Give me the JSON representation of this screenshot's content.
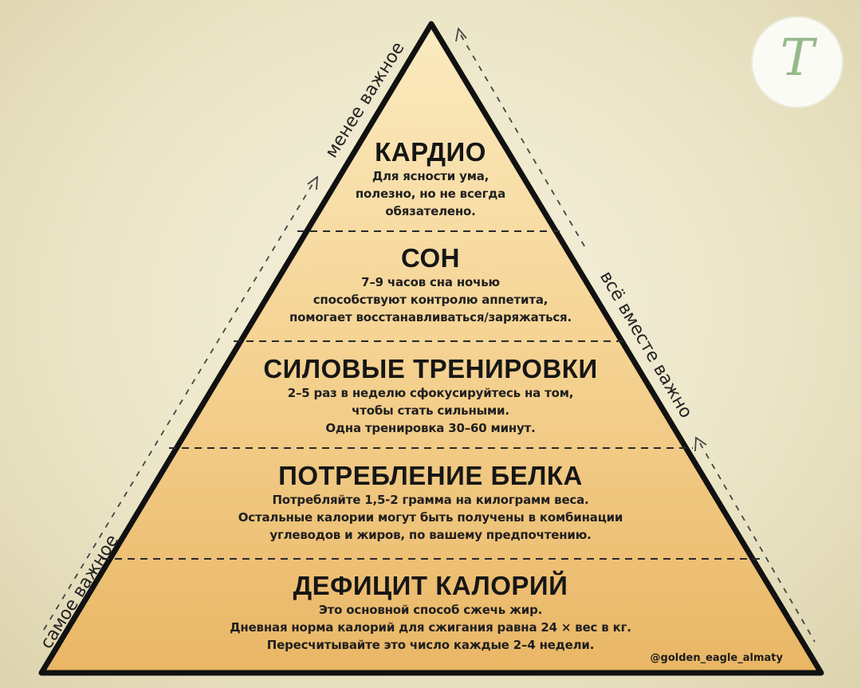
{
  "side_labels": {
    "top": "менее важное",
    "bottom": "самое важное",
    "right": "всё вместе важно"
  },
  "tiers": [
    {
      "title": "КАРДИО",
      "lines": [
        "Для ясности ума,",
        "полезно, но не всегда",
        "обязателено."
      ]
    },
    {
      "title": "СОН",
      "lines": [
        "7–9 часов сна ночью",
        "способствуют контролю аппетита,",
        "помогает восстанавливаться/заряжаться."
      ]
    },
    {
      "title": "СИЛОВЫЕ ТРЕНИРОВКИ",
      "lines": [
        "2–5 раз в неделю сфокусируйтесь на том,",
        "чтобы стать сильными.",
        "Одна тренировка 30–60 минут."
      ]
    },
    {
      "title": "ПОТРЕБЛЕНИЕ БЕЛКА",
      "lines": [
        "Потребляйте 1,5-2 грамма на килограмм веса.",
        "Остальные калории могут быть получены в комбинации",
        "углеводов и жиров, по вашему предпочтению."
      ]
    },
    {
      "title": "ДЕФИЦИТ КАЛОРИЙ",
      "lines": [
        "Это основной способ сжечь жир.",
        "Дневная норма калорий для сжигания равна 24 × вес в кг.",
        "Пересчитывайте это число каждые 2–4 недели."
      ]
    }
  ],
  "handle": "@golden_eagle_almaty",
  "logo_letter": "T",
  "colors": {
    "top_fill": "#fbebc0",
    "bottom_fill": "#e9b665",
    "outline": "#111111"
  }
}
